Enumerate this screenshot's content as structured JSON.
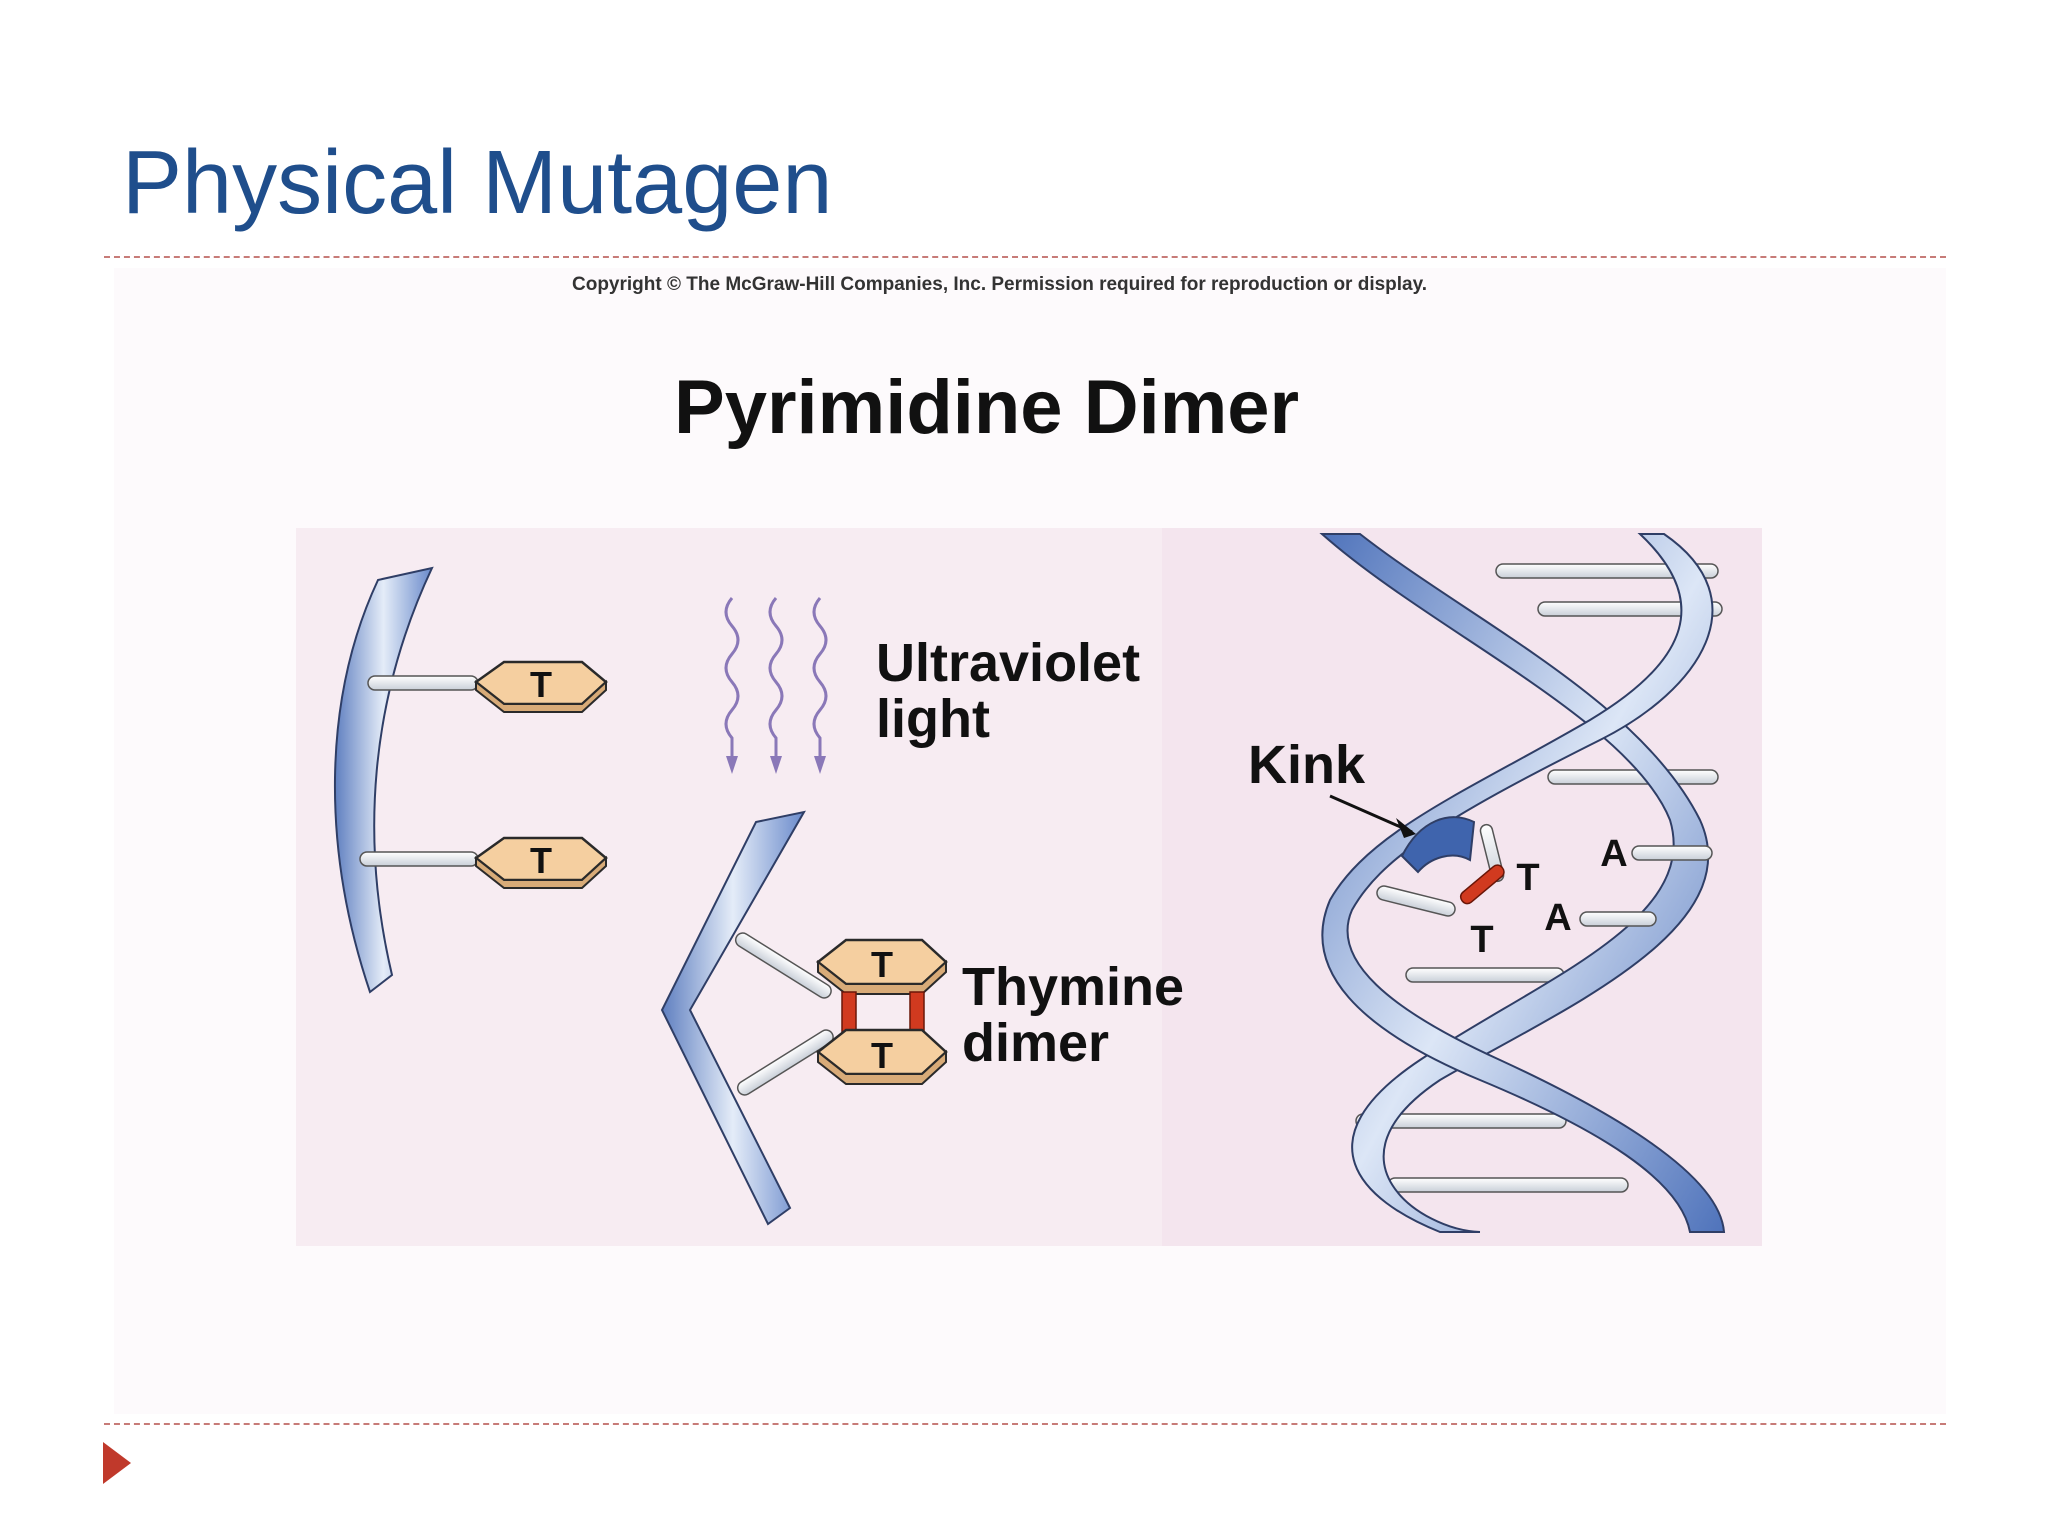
{
  "slide": {
    "title": "Physical Mutagen"
  },
  "figure": {
    "copyright": "Copyright © The McGraw-Hill Companies, Inc. Permission required for reproduction or display.",
    "title": "Pyrimidine Dimer",
    "labels": {
      "uv_line1": "Ultraviolet",
      "uv_line2": "light",
      "dimer_line1": "Thymine",
      "dimer_line2": "dimer",
      "kink": "Kink"
    },
    "bases": {
      "thymine": "T",
      "adenine": "A"
    }
  },
  "colors": {
    "title": "#1f4e8c",
    "rule": "#c77b78",
    "bullet": "#c0392b",
    "backbone": "#7a97cc",
    "base_fill": "#f5cfa0",
    "dimer_bond": "#d13a1f",
    "uv_wave": "#8a78b8"
  }
}
